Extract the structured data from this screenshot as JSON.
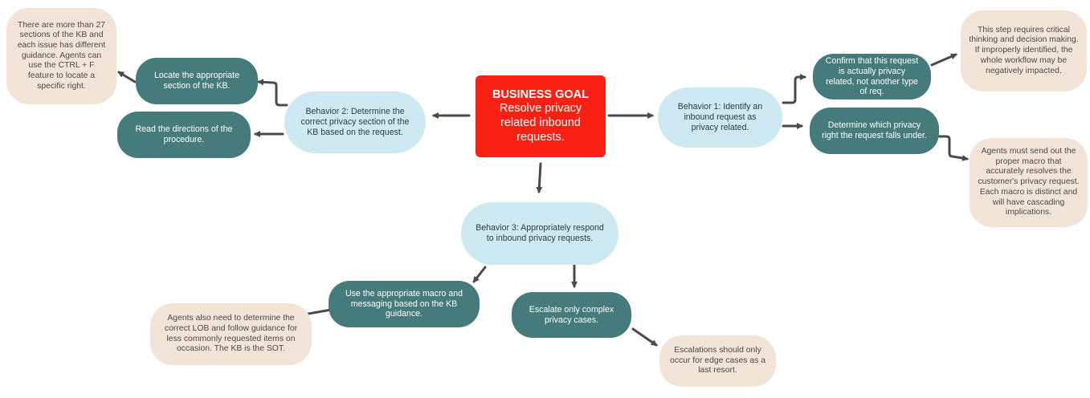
{
  "goal": {
    "heading": "BUSINESS GOAL",
    "text": "Resolve privacy related inbound requests."
  },
  "behaviors": {
    "b1": "Behavior 1: Identify an inbound request as privacy related.",
    "b2": "Behavior 2: Determine the correct privacy section of the KB based on the request.",
    "b3": "Behavior 3: Appropriately respond to inbound privacy requests."
  },
  "actions": {
    "confirm": "Confirm that this request is actually privacy related, not another type of req.",
    "determine_right": "Determine which privacy right the request falls under.",
    "locate": "Locate the appropriate section of the KB.",
    "read": "Read the directions of the procedure.",
    "macro": "Use the appropriate macro and messaging based on the KB guidance.",
    "escalate": "Escalate only complex privacy cases."
  },
  "notes": {
    "critical": "This step requires critical thinking and decision making. If improperly identified, the whole workflow may be negatively impacted.",
    "macro_send": "Agents must send out the proper macro that accurately resolves the customer's privacy request. Each macro is distinct and will have cascading implications.",
    "sections": "There are more than 27 sections of the KB and each issue has different guidance. Agents can use the CTRL + F feature to locate a specific right.",
    "lob": "Agents also need to determine the correct LOB and follow guidance for less commonly requested items on occasion. The KB is the SOT.",
    "edge": "Escalations should only occur for edge cases as a last resort."
  },
  "colors": {
    "goal": "#fb2014",
    "behavior": "#cdeaf2",
    "action": "#457b7b",
    "note": "#f3e4d8",
    "arrow": "#4a4a4a"
  }
}
